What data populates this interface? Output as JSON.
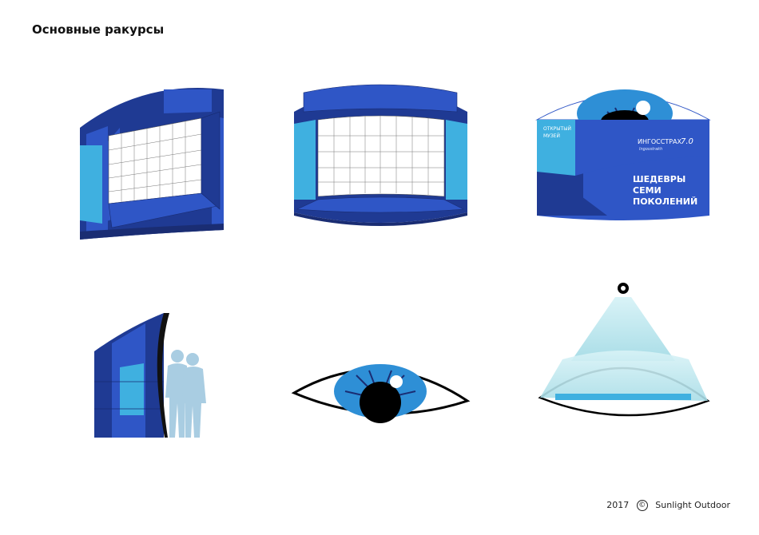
{
  "title": "Основные ракурсы",
  "footer": {
    "year": "2017",
    "copyright_symbol": "©",
    "company": "Sunlight Outdoor"
  },
  "panel_3": {
    "museum_line1": "ОТКРЫТЫЙ",
    "museum_line2": "МУЗЕЙ",
    "brand": "ИНГОССТРАХ",
    "brand_script": "Ingosstrakh",
    "anniversary": "7.0",
    "headline_1": "ШЕДЕВРЫ",
    "headline_2": "СЕМИ",
    "headline_3": "ПОКОЛЕНИЙ"
  },
  "colors": {
    "navy": "#1f3a93",
    "blue": "#2f56c6",
    "light_blue": "#3fb0e0",
    "iris": "#2e8fd6",
    "silhouette": "#a9cde2",
    "beam": "#bfe7ef"
  },
  "icons": [
    "copyright-icon",
    "projector-icon",
    "eye-icon"
  ]
}
